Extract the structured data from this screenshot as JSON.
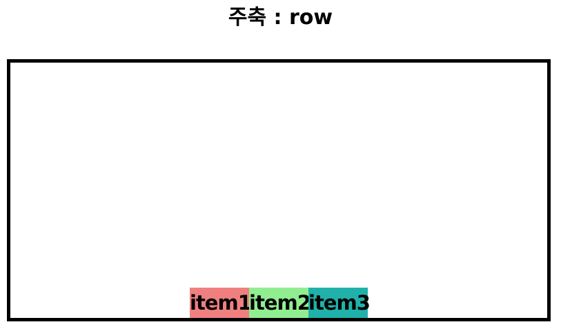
{
  "title": "주축 : row",
  "container": {
    "border_color": "#000000",
    "items": [
      {
        "label": "item1",
        "color": "#F08080"
      },
      {
        "label": "item2",
        "color": "#90EE90"
      },
      {
        "label": "item3",
        "color": "#20B2AA"
      }
    ]
  }
}
